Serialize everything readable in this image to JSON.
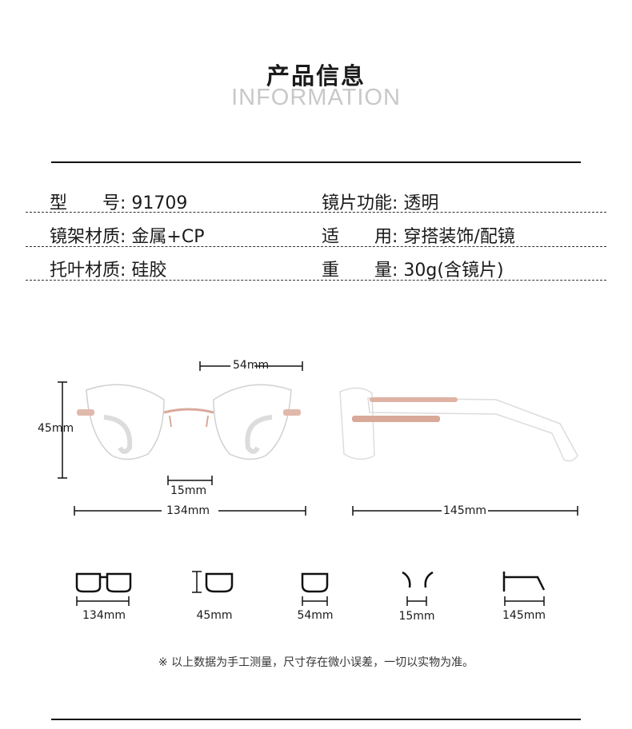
{
  "header": {
    "title_cn": "产品信息",
    "title_en": "INFORMATION"
  },
  "specs": {
    "model": {
      "label": "型　　号:",
      "value": "91709"
    },
    "lens_function": {
      "label": "镜片功能:",
      "value": "透明"
    },
    "frame_material": {
      "label": "镜架材质:",
      "value": "金属+CP"
    },
    "usage": {
      "label": "适　　用:",
      "value": "穿搭装饰/配镜"
    },
    "pad_material": {
      "label": "托叶材质:",
      "value": "硅胶"
    },
    "weight": {
      "label": "重　　量:",
      "value": "30g(含镜片)"
    }
  },
  "diagram": {
    "lens_width": "54mm",
    "lens_height": "45mm",
    "bridge": "15mm",
    "frame_width": "134mm",
    "temple_length": "145mm"
  },
  "icons": [
    {
      "name": "frame-width-icon",
      "caption": "134mm"
    },
    {
      "name": "lens-height-icon",
      "caption": "45mm"
    },
    {
      "name": "lens-width-icon",
      "caption": "54mm"
    },
    {
      "name": "bridge-icon",
      "caption": "15mm"
    },
    {
      "name": "temple-icon",
      "caption": "145mm"
    }
  ],
  "note": "※ 以上数据为手工测量，尺寸存在微小误差，一切以实物为准。",
  "colors": {
    "rose_gold": "#d9a99a",
    "ink": "#1a1a1a",
    "muted": "#c8c8c8"
  }
}
